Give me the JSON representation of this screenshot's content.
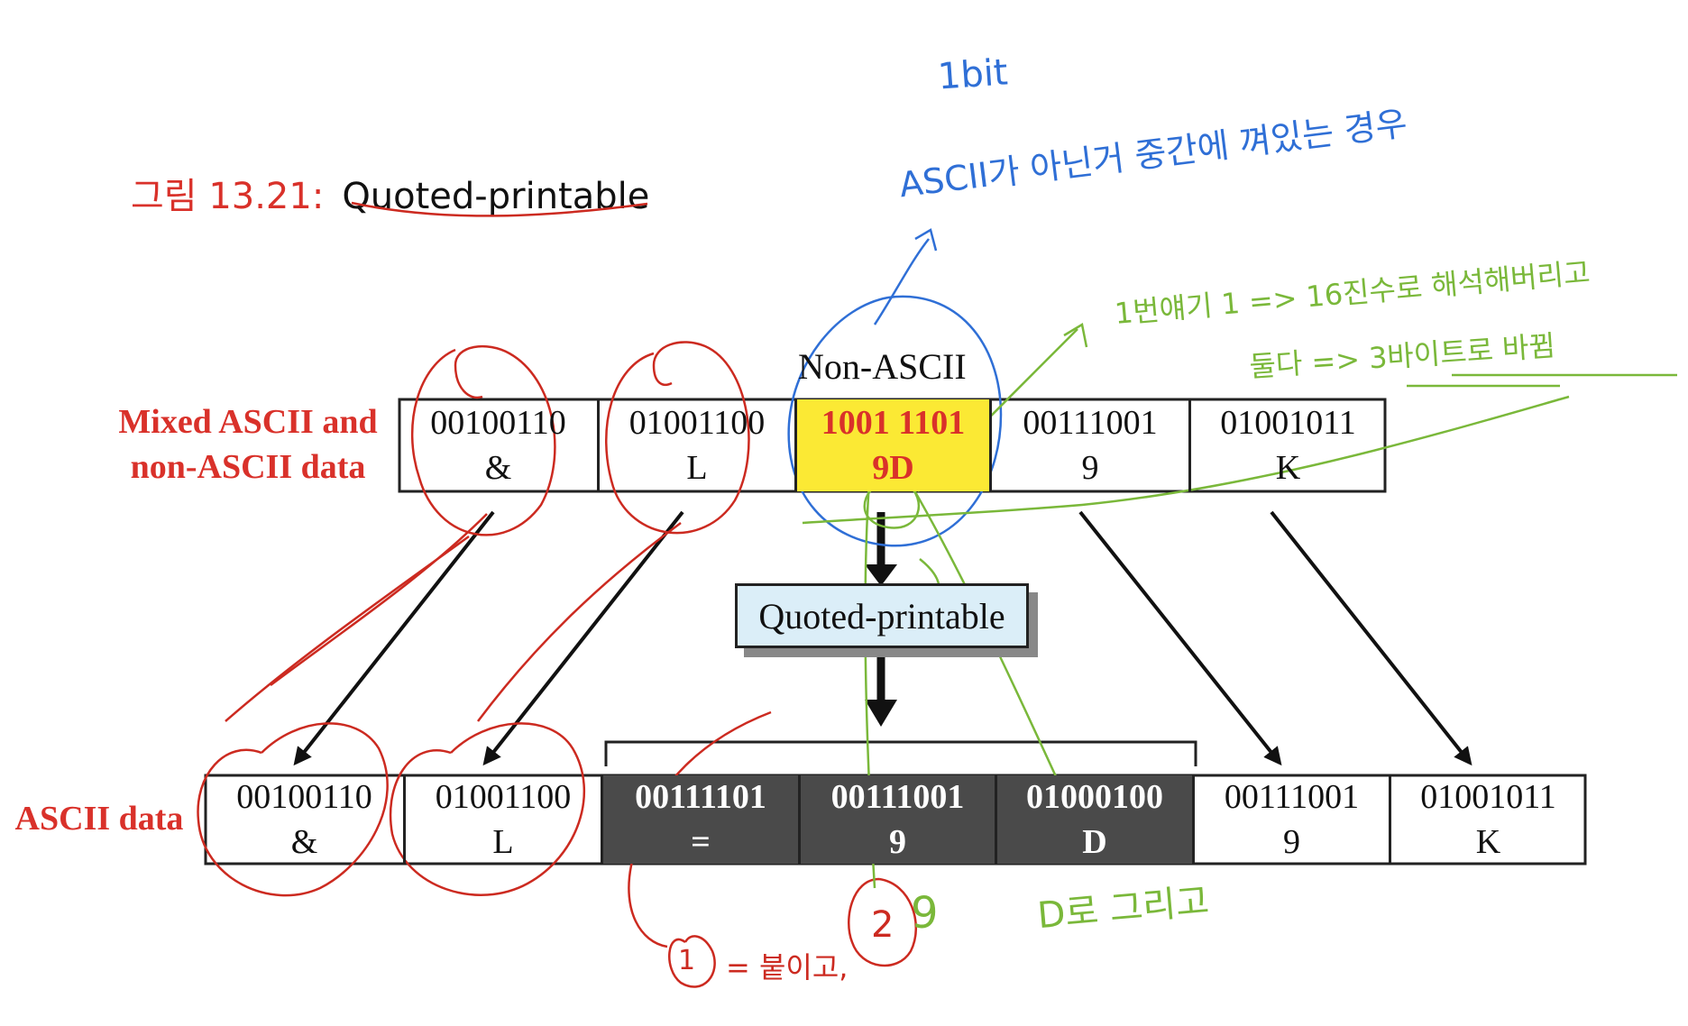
{
  "figure": {
    "number": "그림 13.21:",
    "name": "Quoted-printable"
  },
  "top_row": {
    "label_line1": "Mixed ASCII and",
    "label_line2": "non-ASCII data",
    "highlight_label": "Non-ASCII",
    "cells": [
      {
        "bits": "00100110",
        "char": "&"
      },
      {
        "bits": "01001100",
        "char": "L"
      },
      {
        "bits": "1001 1101",
        "char": "9D",
        "highlight": true
      },
      {
        "bits": "00111001",
        "char": "9"
      },
      {
        "bits": "01001011",
        "char": "K"
      }
    ]
  },
  "process_box": {
    "label": "Quoted-printable"
  },
  "bottom_row": {
    "label": "ASCII data",
    "cells": [
      {
        "bits": "00100110",
        "char": "&"
      },
      {
        "bits": "01001100",
        "char": "L"
      },
      {
        "bits": "00111101",
        "char": "=",
        "dark": true
      },
      {
        "bits": "00111001",
        "char": "9",
        "dark": true
      },
      {
        "bits": "01000100",
        "char": "D",
        "dark": true
      },
      {
        "bits": "00111001",
        "char": "9"
      },
      {
        "bits": "01001011",
        "char": "K"
      }
    ]
  },
  "annotations": {
    "blue_line1": "1bit",
    "blue_line2": "ASCII가 아닌거 중간에 껴있는 경우",
    "green_line1": "1번얘기 1 => 16진수로 해석해버리고",
    "green_line2": "둘다 => 3바이트로 바뀜",
    "green_bottom1": "9",
    "green_bottom2": "D로 그리고",
    "red_marker1": "1",
    "red_marker1_text": "= 붙이고,",
    "red_marker2": "2"
  },
  "colors": {
    "title_red": "#d9312a",
    "highlight_yellow": "#fbe934",
    "highlight_text_red": "#d9312a",
    "dark_cell": "#4a4a4a",
    "process_box_fill": "#dbeef8",
    "ink_blue": "#2f6fd6",
    "ink_green": "#7ab83a",
    "ink_red": "#cc2a20"
  }
}
